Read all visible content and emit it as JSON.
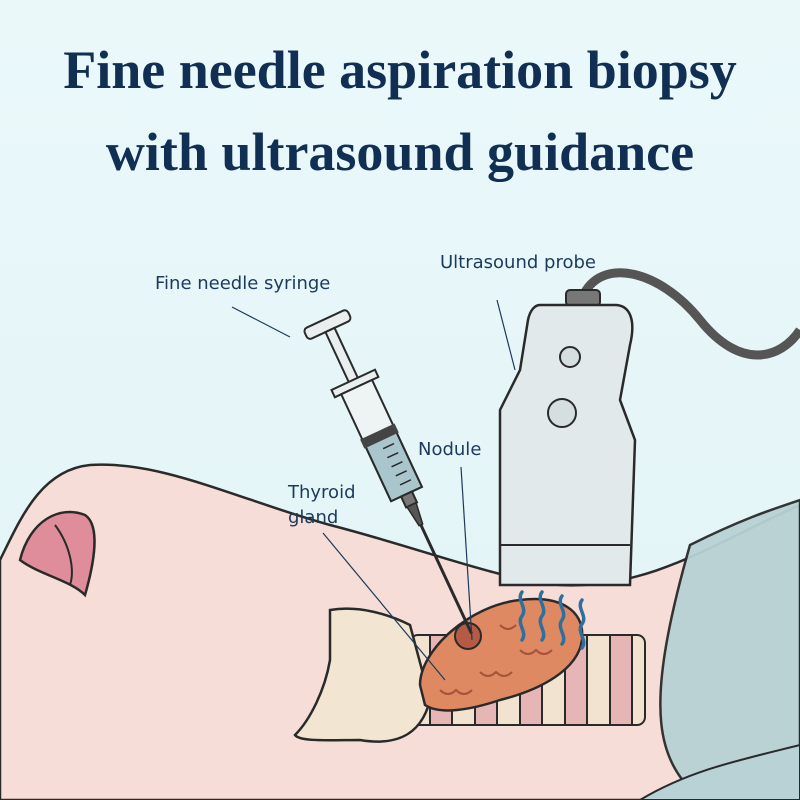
{
  "title": {
    "line1": "Fine needle aspiration biopsy",
    "line2": "with ultrasound guidance"
  },
  "labels": {
    "syringe": "Fine needle syringe",
    "probe": "Ultrasound probe",
    "nodule": "Nodule",
    "thyroid_line1": "Thyroid",
    "thyroid_line2": "gland"
  },
  "colors": {
    "title": "#112f52",
    "skin": "#f6ddd7",
    "thyroid": "#df8963",
    "nodule": "#b45a45",
    "waves": "#2f6f9e",
    "shirt": "#b8d2d5",
    "probe": "#e2e9ea"
  }
}
